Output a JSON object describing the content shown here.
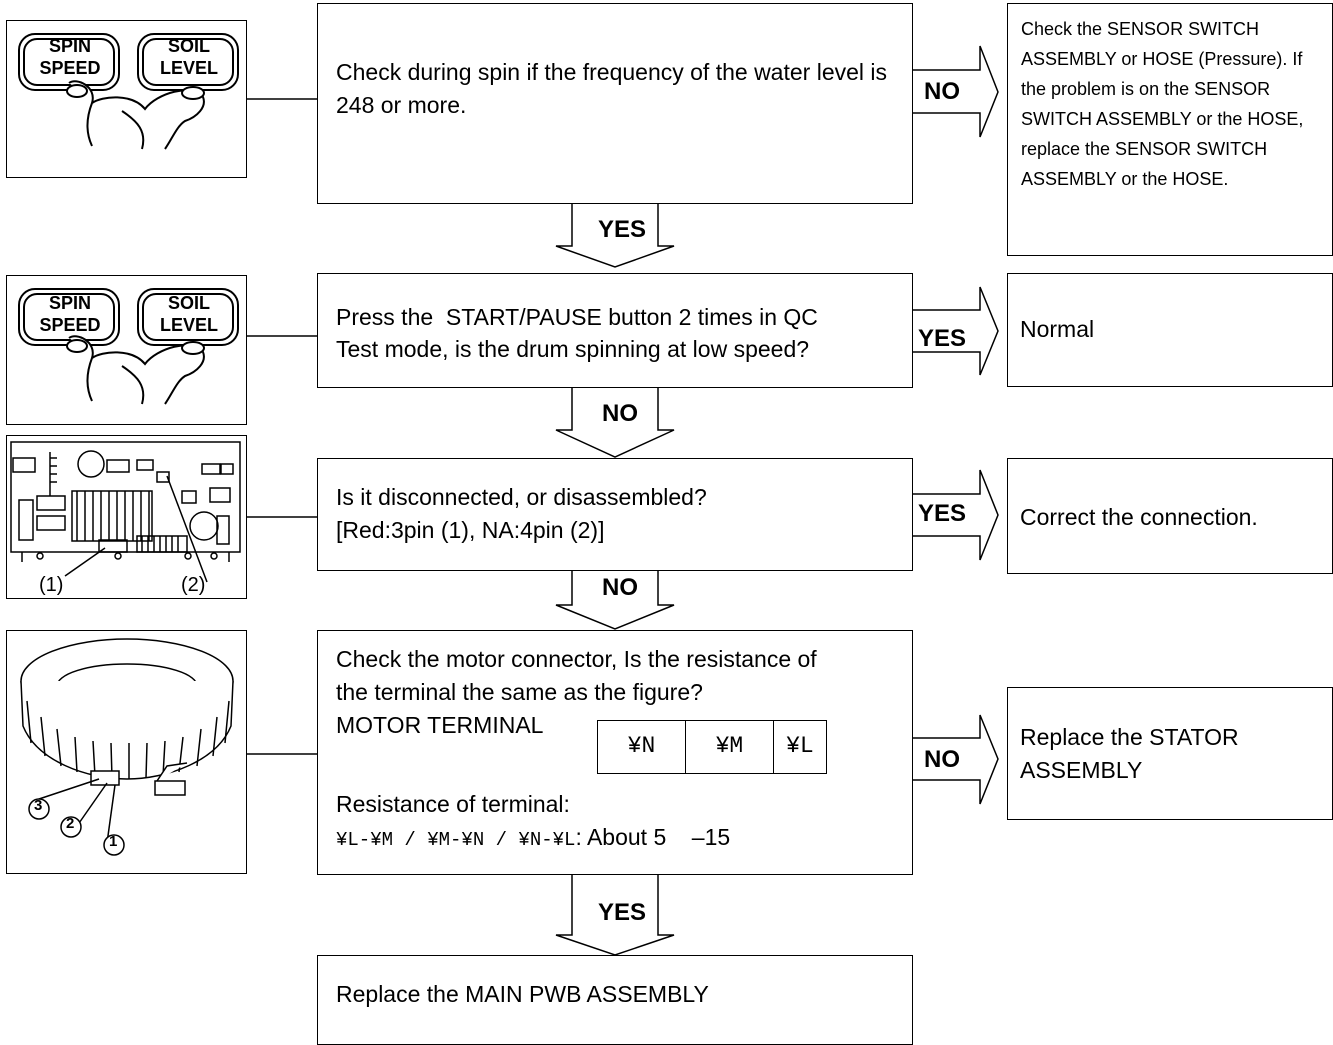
{
  "steps": {
    "s1": {
      "question": "Check during spin if the frequency of the water level is 248 or more.",
      "no_label": "NO",
      "yes_label": "YES",
      "no_result": "Check the SENSOR SWITCH ASSEMBLY or HOSE (Pressure). If the problem is on the SENSOR SWITCH ASSEMBLY or the HOSE, replace the SENSOR SWITCH ASSEMBLY or the HOSE."
    },
    "s2": {
      "question_line1": "Press the  START/PAUSE button 2 times in QC",
      "question_line2": "Test mode, is the drum spinning at low speed?",
      "yes_label": "YES",
      "no_label": "NO",
      "yes_result": "Normal"
    },
    "s3": {
      "question_line1": "Is it disconnected, or disassembled?",
      "question_line2": "[Red:3pin (1), NA:4pin (2)]",
      "yes_label": "YES",
      "no_label": "NO",
      "yes_result": "Correct the connection."
    },
    "s4": {
      "line1": "Check the motor connector, Is the resistance of",
      "line2": "the terminal the same as the figure?",
      "motor_terminal_label": "MOTOR TERMINAL",
      "terminals": [
        "¥N",
        "¥M",
        "¥L"
      ],
      "resistance_label": "Resistance of terminal:",
      "resistance_pairs": "¥L-¥M / ¥M-¥N / ¥N-¥L",
      "resistance_value": ": About 5    –15",
      "no_label": "NO",
      "yes_label": "YES",
      "no_result_line1": "Replace the STATOR",
      "no_result_line2": "ASSEMBLY"
    },
    "s5": {
      "text": "Replace the MAIN PWB ASSEMBLY"
    }
  },
  "illustrations": {
    "buttons": {
      "spin_line1": "SPIN",
      "spin_line2": "SPEED",
      "soil_line1": "SOIL",
      "soil_line2": "LEVEL"
    },
    "pcb": {
      "label1": "(1)",
      "label2": "(2)"
    },
    "stator": {
      "n1": "1",
      "n2": "2",
      "n3": "3"
    }
  }
}
